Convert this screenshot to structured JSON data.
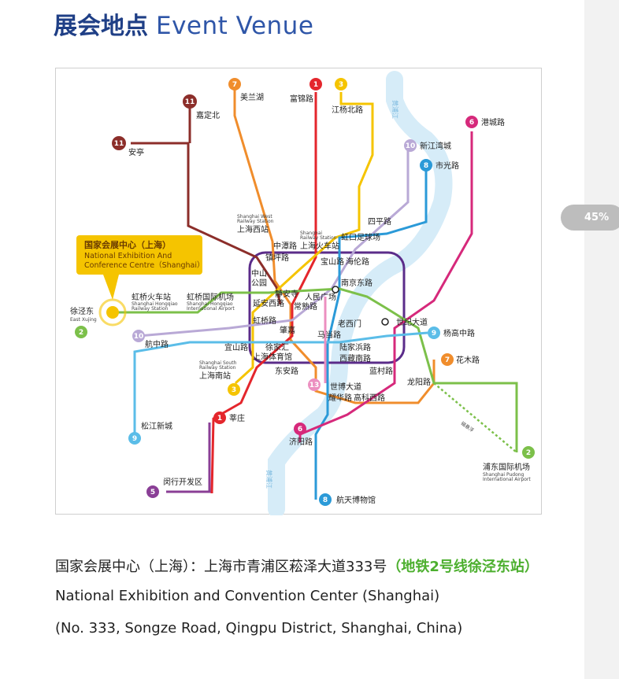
{
  "title": {
    "zh": "展会地点",
    "en": "Event Venue"
  },
  "zoom": "45%",
  "callout": {
    "zh": "国家会展中心（上海）",
    "en1": "National Exhibition And",
    "en2": "Conference Centre（Shanghai）"
  },
  "colors": {
    "title": "#1f3f86",
    "highlight": "#4caf2e",
    "callout": "#f5c400"
  },
  "info": {
    "line1_main": "国家会展中心（上海）：上海市青浦区菘泽大道333号",
    "line1_highlight": "（地铁2号线徐泾东站）",
    "line2": "National Exhibition and Convention Center (Shanghai)",
    "line3": "(No. 333, Songze Road, Qingpu District, Shanghai, China)"
  },
  "map": {
    "river": [
      "黄浦江",
      "黄浦江"
    ],
    "badges": [
      {
        "n": "7",
        "color": "#f08d2c",
        "label": "美兰湖"
      },
      {
        "n": "1",
        "color": "#e4262c",
        "label": "富锦路"
      },
      {
        "n": "3",
        "color": "#f5c400",
        "label": "江杨北路"
      },
      {
        "n": "11",
        "color": "#8c2e2a",
        "label": "嘉定北"
      },
      {
        "n": "11",
        "color": "#8c2e2a",
        "label": "安亭"
      },
      {
        "n": "6",
        "color": "#d6297b",
        "label": "港城路"
      },
      {
        "n": "10",
        "color": "#b9a9d6",
        "label": "新江湾城"
      },
      {
        "n": "8",
        "color": "#2b9ad8",
        "label": "市光路"
      },
      {
        "n": "2",
        "color": "#7cc04a",
        "label": "徐泾东"
      },
      {
        "n": "10",
        "color": "#b9a9d6",
        "label": "航中路"
      },
      {
        "n": "9",
        "color": "#5bbde8",
        "label": "杨高中路"
      },
      {
        "n": "7",
        "color": "#f08d2c",
        "label": "花木路"
      },
      {
        "n": "3",
        "color": "#f5c400",
        "label": ""
      },
      {
        "n": "1",
        "color": "#e4262c",
        "label": "莘庄"
      },
      {
        "n": "13",
        "color": "#ec8fc0",
        "label": ""
      },
      {
        "n": "6",
        "color": "#d6297b",
        "label": "济阳路"
      },
      {
        "n": "9",
        "color": "#5bbde8",
        "label": ""
      },
      {
        "n": "2",
        "color": "#7cc04a",
        "label": ""
      },
      {
        "n": "5",
        "color": "#8a3f96",
        "label": "闵行开发区"
      },
      {
        "n": "8",
        "color": "#2b9ad8",
        "label": "航天博物馆"
      }
    ],
    "stations": {
      "sh_west_en1": "Shanghai West",
      "sh_west_en2": "Railway Station",
      "sh_west": "上海西站",
      "sh_rail_en1": "Shanghai",
      "sh_rail_en2": "Railway Station",
      "sh_rail": "上海火车站",
      "zhongtanlu": "中潭路",
      "zhenpinglu": "镇坪路",
      "siping": "四平路",
      "hongkou": "虹口足球场",
      "baoshan": "宝山路",
      "hailun": "海伦路",
      "zhongshan1": "中山",
      "zhongshan2": "公园",
      "jingan": "静安寺",
      "renmin": "人民广场",
      "nanjingdong": "南京东路",
      "hongqiao_rail": "虹桥火车站",
      "hq_rail_en1": "Shanghai Hongqiao",
      "hq_rail_en2": "Railway Station",
      "hongqiao_air": "虹桥国际机场",
      "hq_air_en1": "Shanghai Hongqiao",
      "hq_air_en2": "International Airport",
      "xujing_en": "East Xujing",
      "yananxi": "延安西路",
      "changshu": "常熟路",
      "hongqiaolu": "虹桥路",
      "zhaojiabang": "肇嘉",
      "laoximen": "老西门",
      "shijidadao": "世纪大道",
      "madang": "马当路",
      "yishan": "宜山路",
      "xujiahui": "徐家汇",
      "stadium": "上海体育馆",
      "lujiabang": "陆家浜路",
      "xizang": "西藏南路",
      "dongan": "东安路",
      "lancun": "蓝村路",
      "sh_south_en1": "Shanghai South",
      "sh_south_en2": "Railway Station",
      "sh_south": "上海南站",
      "longyang": "龙阳路",
      "expo": "世博大道",
      "yaohua": "耀华路",
      "gaoke": "高科西路",
      "maglev": "磁悬浮",
      "songjiang": "松江新城",
      "pudong_air": "浦东国际机场",
      "pd_air_en1": "Shanghai Pudong",
      "pd_air_en2": "International Airport"
    }
  }
}
